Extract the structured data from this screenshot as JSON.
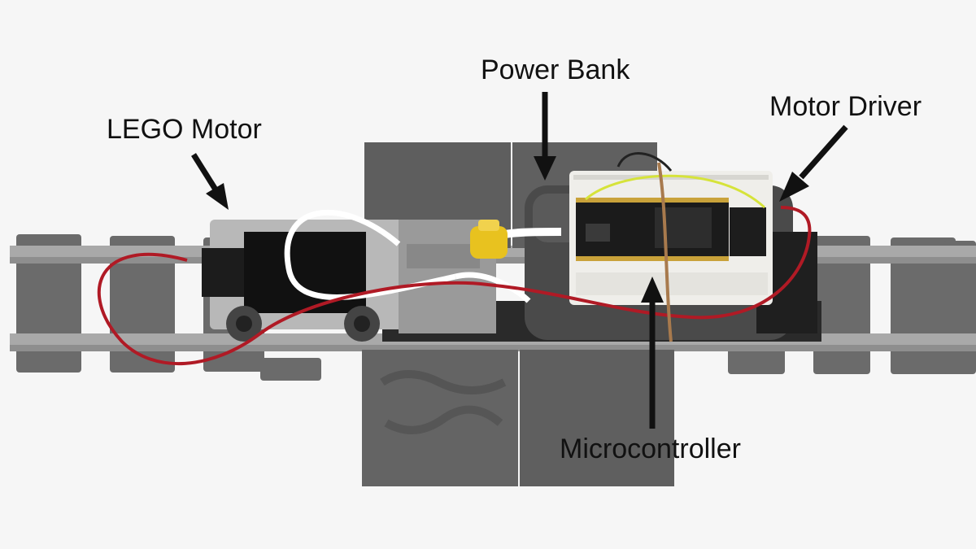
{
  "labels": {
    "lego_motor": "LEGO Motor",
    "power_bank": "Power Bank",
    "motor_driver": "Motor Driver",
    "microcontroller": "Microcontroller"
  },
  "icons": {
    "pointer": "arrow-icon"
  },
  "colors": {
    "background": "#f6f6f6",
    "track_sleepers": "#6b6b6b",
    "rail": "#a9a9a9",
    "baseplate": "#5e5e5e",
    "power_bank": "#4a4a4a",
    "breadboard": "#efeeea",
    "microcontroller_board": "#1b1b1b",
    "wire_red": "#b01a25",
    "usb_cable": "#ffffff",
    "coupler_yellow": "#e8c21f",
    "rubber_band": "#b07a45",
    "arrow": "#111111"
  }
}
